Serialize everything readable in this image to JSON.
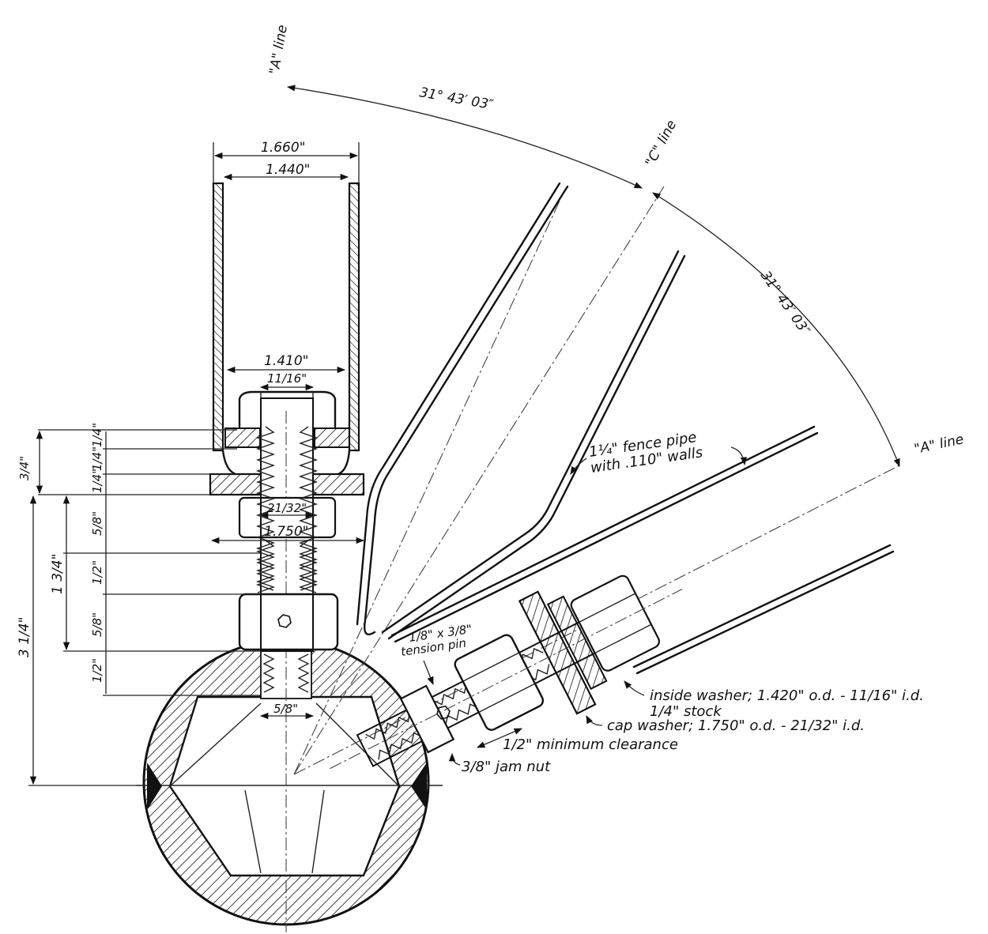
{
  "lines": {
    "a_line_top": "\"A\" line",
    "c_line": "\"C\" line",
    "a_line_right": "\"A\" line"
  },
  "angles": {
    "upper": "31° 43′ 03″",
    "lower": "31° 43′ 03″"
  },
  "vertical_assembly": {
    "pipe_od": "1.660\"",
    "pipe_id": "1.440\"",
    "inside_washer_od": "1.410\"",
    "inside_washer_id": "11/16\"",
    "cap_washer_id": "21/32\"",
    "cap_washer_od": "1.750\"",
    "threaded_rod": "5/8\""
  },
  "stack_dims": {
    "outer_top": "3/4\"",
    "quarter_1": "1/4\"",
    "quarter_2": "1/4\"",
    "quarter_3": "1/4\"",
    "nut_height": "5/8\"",
    "gap": "1/2\"",
    "coupler": "5/8\"",
    "bottom_gap": "1/2\"",
    "span_mid": "1 3/4\"",
    "span_total": "3 1/4\""
  },
  "callouts": {
    "fence_pipe_line1": "1¼\" fence pipe",
    "fence_pipe_line2": "with .110\" walls",
    "tension_pin_line1": "1/8\" x 3/8\"",
    "tension_pin_line2": "tension pin",
    "inside_washer_line1": "inside washer; 1.420\" o.d. - 11/16\" i.d.",
    "inside_washer_line2": "1/4\" stock",
    "cap_washer": "cap washer; 1.750\" o.d. - 21/32\" i.d.",
    "clearance": "1/2\" minimum clearance",
    "jam_nut": "3/8\" jam nut"
  }
}
